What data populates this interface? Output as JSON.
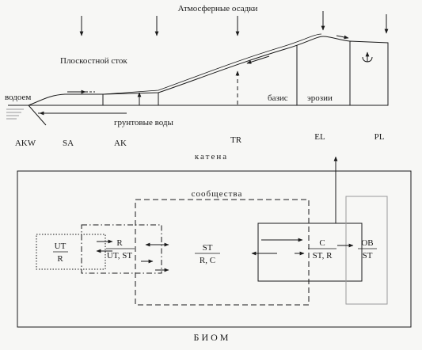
{
  "catena": {
    "precipitation_label": "Атмосферные осадки",
    "surface_runoff_label": "Плоскостной сток",
    "water_body_label": "водоем",
    "groundwater_label": "грунтовые воды",
    "erosion_base_label_1": "базис",
    "erosion_base_label_2": "эрозии",
    "catena_label": "катена",
    "positions": [
      "AKW",
      "SA",
      "AK",
      "TR",
      "EL",
      "PL"
    ]
  },
  "biome": {
    "title": "БИОМ",
    "communities_label": "сообщества",
    "groups": {
      "ut_r": {
        "top": "UT",
        "bottom": "R"
      },
      "r_ut_st": {
        "top": "R",
        "bottom": "UT, ST"
      },
      "st_r_c": {
        "top": "ST",
        "bottom": "R, C"
      },
      "c_st_r": {
        "top": "C",
        "bottom": "ST, R"
      },
      "ob_st": {
        "top": "OB",
        "bottom": "ST"
      }
    }
  },
  "colors": {
    "ink": "#1a1a1a",
    "water": "#8a8a8a",
    "grey_box": "#9a9a9a",
    "paper": "#f7f7f5"
  }
}
